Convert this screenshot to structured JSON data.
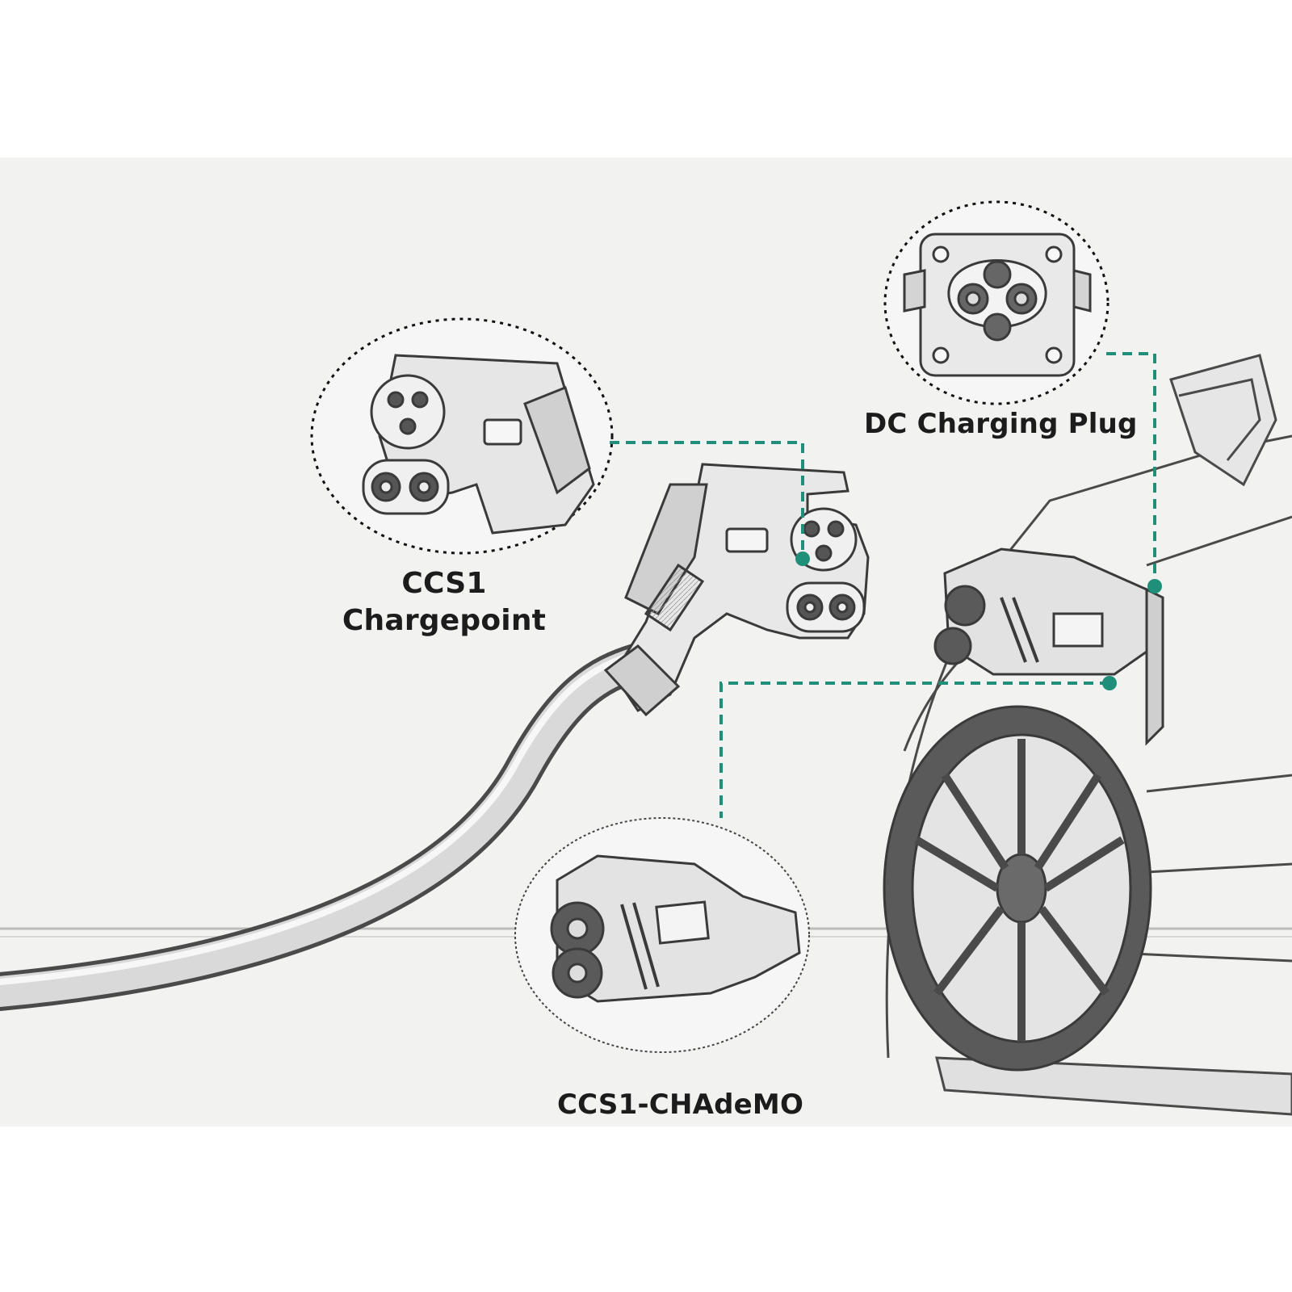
{
  "labels": {
    "ccs1_line1": "CCS1",
    "ccs1_line2": "Chargepoint",
    "dc_plug": "DC Charging Plug",
    "ccs1_chademo": "CCS1-CHAdeMO"
  },
  "colors": {
    "connector_lines": "#1f8f7a",
    "sketch": "#3a3a3a",
    "background_paper": "#f2f2f0"
  }
}
